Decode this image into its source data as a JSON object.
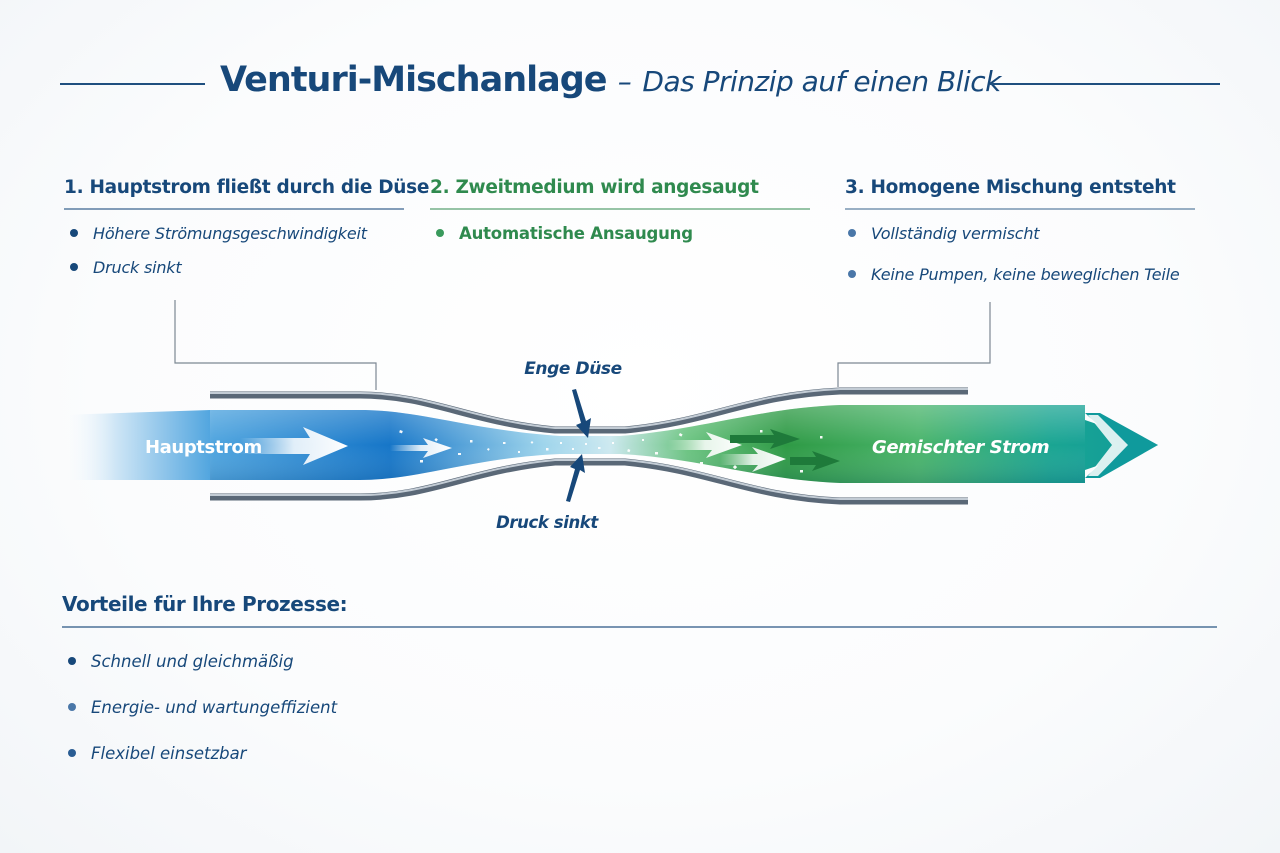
{
  "header": {
    "title_main": "Venturi-Mischanlage",
    "title_dash": "–",
    "title_sub": "Das Prinzip auf einen Blick"
  },
  "steps": [
    {
      "heading": "1. Hauptstrom fließt durch die Düse",
      "bullets": [
        "Höhere Strömungsgeschwindigkeit",
        "Druck sinkt"
      ]
    },
    {
      "heading": "2. Zweitmedium wird angesaugt",
      "bullets": [
        "Automatische Ansaugung"
      ]
    },
    {
      "heading": "3. Homogene Mischung entsteht",
      "bullets": [
        "Vollständig vermischt",
        "Keine Pumpen, keine beweglichen Teile"
      ]
    }
  ],
  "diagram": {
    "inlet_label": "Hauptstrom",
    "outlet_label": "Gemischter Strom",
    "nozzle_label": "Enge Düse",
    "pressure_label": "Druck sinkt"
  },
  "advantages": {
    "heading": "Vorteile für Ihre Prozesse:",
    "items": [
      "Schnell und gleichmäßig",
      "Energie- und wartungeffizient",
      "Flexibel einsetzbar"
    ]
  },
  "colors": {
    "navy": "#17487a",
    "green": "#2f8a4e",
    "teal": "#13a29a",
    "blue": "#1479c4",
    "pipe": "#5a6877"
  }
}
